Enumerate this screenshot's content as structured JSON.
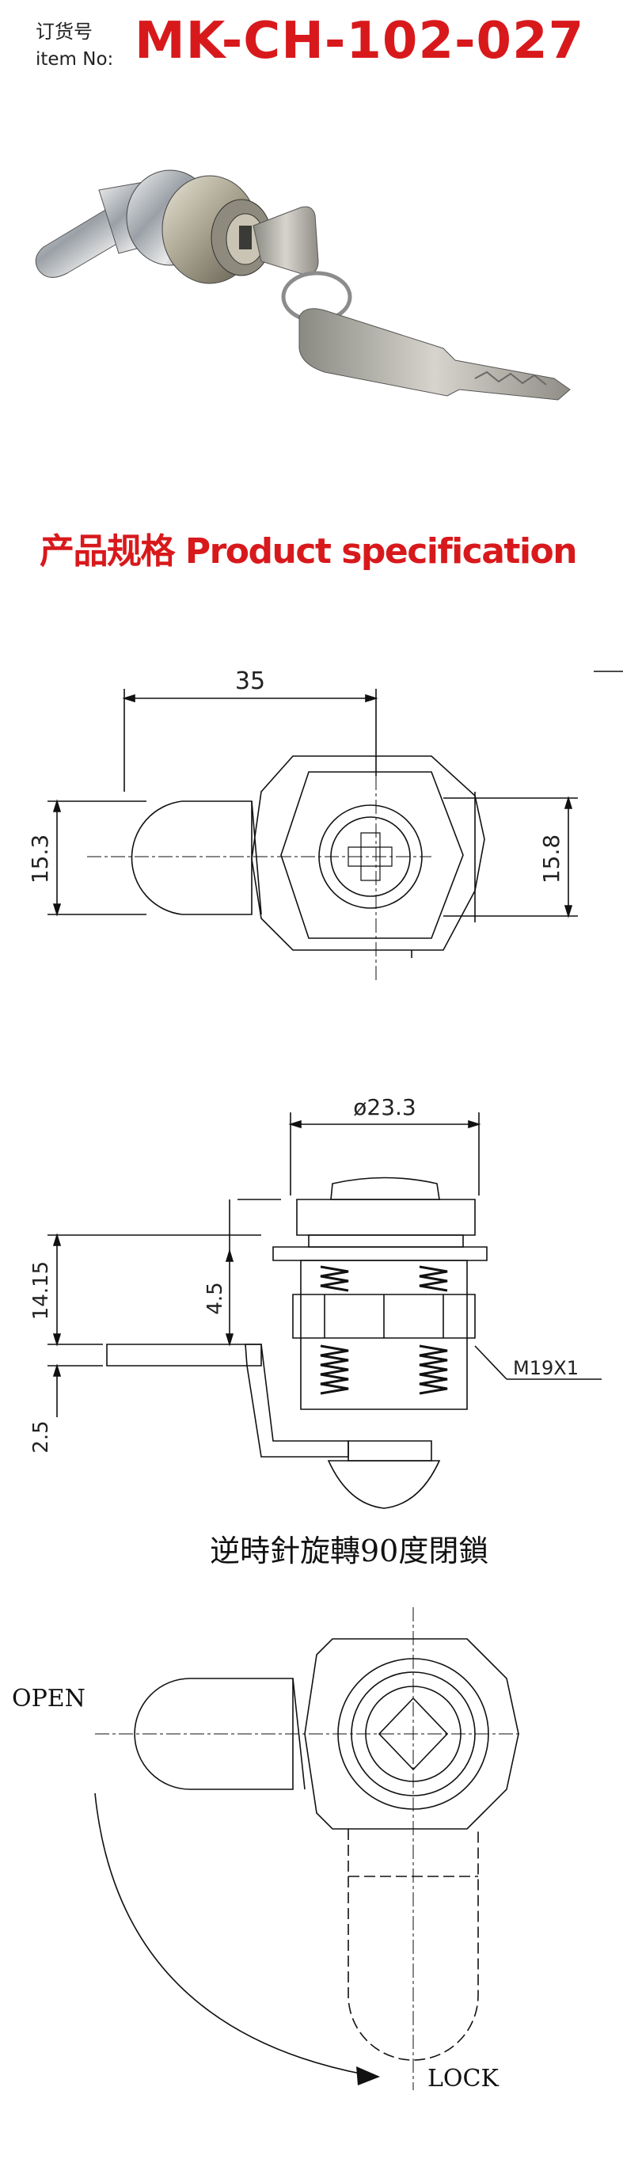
{
  "header": {
    "order_label_cn": "订货号",
    "order_label_en": "item No:",
    "item_number": "MK-CH-102-027"
  },
  "spec_title": "产品规格 Product specification",
  "front_view": {
    "width_dim": "35",
    "left_height_dim": "15.3",
    "right_height_dim": "15.8"
  },
  "side_view": {
    "diameter_dim": "ø23.3",
    "height_dim": "14.15",
    "inner_dim": "4.5",
    "thread_dim": "M19X1",
    "cam_dim": "2.5"
  },
  "rotation_view": {
    "caption": "逆時針旋轉90度閉鎖",
    "open_label": "OPEN",
    "lock_label": "LOCK"
  },
  "colors": {
    "accent": "#d8191c"
  }
}
